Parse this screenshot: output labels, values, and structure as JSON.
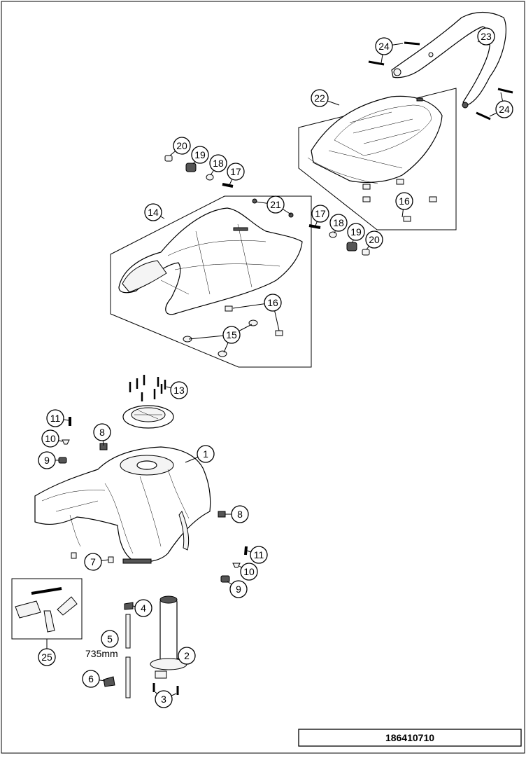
{
  "diagram": {
    "document_number": "186410710",
    "length_annotation": "735mm",
    "callouts": [
      {
        "id": "c1",
        "label": "1"
      },
      {
        "id": "c2",
        "label": "2"
      },
      {
        "id": "c3",
        "label": "3"
      },
      {
        "id": "c4",
        "label": "4"
      },
      {
        "id": "c5",
        "label": "5"
      },
      {
        "id": "c6",
        "label": "6"
      },
      {
        "id": "c7",
        "label": "7"
      },
      {
        "id": "c8a",
        "label": "8"
      },
      {
        "id": "c8b",
        "label": "8"
      },
      {
        "id": "c9a",
        "label": "9"
      },
      {
        "id": "c9b",
        "label": "9"
      },
      {
        "id": "c10a",
        "label": "10"
      },
      {
        "id": "c10b",
        "label": "10"
      },
      {
        "id": "c11a",
        "label": "11"
      },
      {
        "id": "c11b",
        "label": "11"
      },
      {
        "id": "c13",
        "label": "13"
      },
      {
        "id": "c14",
        "label": "14"
      },
      {
        "id": "c15",
        "label": "15"
      },
      {
        "id": "c16a",
        "label": "16"
      },
      {
        "id": "c16b",
        "label": "16"
      },
      {
        "id": "c17a",
        "label": "17"
      },
      {
        "id": "c17b",
        "label": "17"
      },
      {
        "id": "c18a",
        "label": "18"
      },
      {
        "id": "c18b",
        "label": "18"
      },
      {
        "id": "c19a",
        "label": "19"
      },
      {
        "id": "c19b",
        "label": "19"
      },
      {
        "id": "c20a",
        "label": "20"
      },
      {
        "id": "c20b",
        "label": "20"
      },
      {
        "id": "c21",
        "label": "21"
      },
      {
        "id": "c22",
        "label": "22"
      },
      {
        "id": "c23",
        "label": "23"
      },
      {
        "id": "c24a",
        "label": "24"
      },
      {
        "id": "c24b",
        "label": "24"
      },
      {
        "id": "c25",
        "label": "25"
      }
    ]
  }
}
